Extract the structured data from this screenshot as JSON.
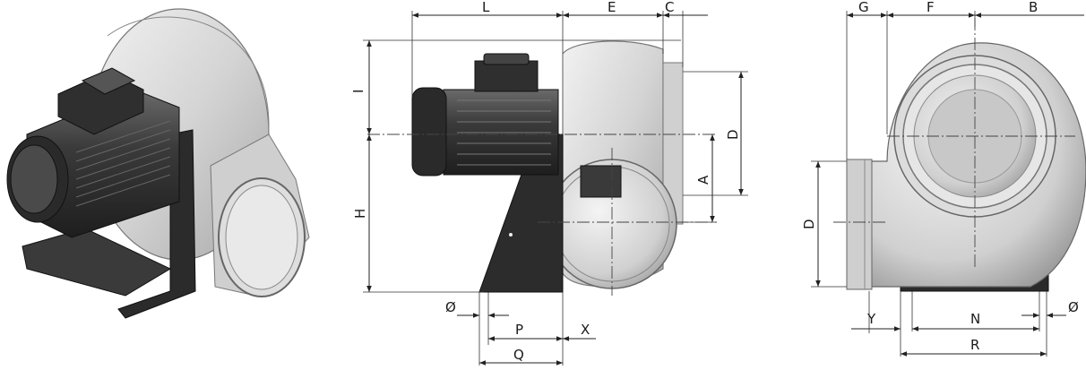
{
  "dimension_labels": {
    "L": "L",
    "E": "E",
    "C_top": "C",
    "I": "I",
    "H": "H",
    "D_side": "D",
    "A": "A",
    "phi_left": "Ø",
    "P": "P",
    "X": "X",
    "Q": "Q",
    "G": "G",
    "F": "F",
    "B": "B",
    "D_front": "D",
    "Y": "Y",
    "N": "N",
    "phi_right": "Ø",
    "R": "R"
  },
  "colors": {
    "housing_light": "#d9d9d9",
    "housing_mid": "#b8b8b8",
    "motor_dark": "#3a3a3a",
    "frame_dark": "#2a2a2a",
    "line": "#222222"
  },
  "icons": [
    "diameter-symbol"
  ]
}
